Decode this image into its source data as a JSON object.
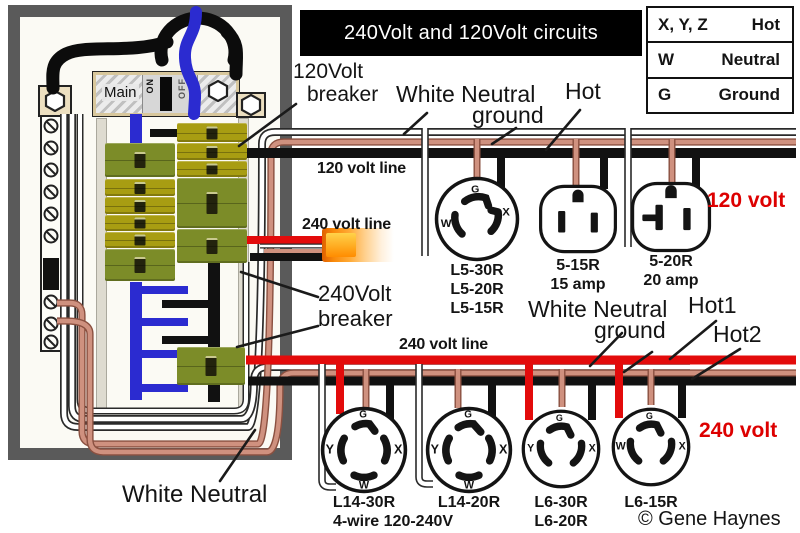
{
  "banner": {
    "title": "240Volt and 120Volt circuits"
  },
  "legend": {
    "rows": [
      {
        "symbol": "X, Y, Z",
        "meaning": "Hot"
      },
      {
        "symbol": "W",
        "meaning": "Neutral"
      },
      {
        "symbol": "G",
        "meaning": "Ground"
      }
    ]
  },
  "panel": {
    "main_label": "Main",
    "on_label": "ON",
    "off_label": "OFF"
  },
  "callouts": {
    "breaker_120_line1": "120Volt",
    "breaker_120_line2": "breaker",
    "neutral_1_line1": "White Neutral",
    "neutral_1_line2": "ground",
    "hot_1": "Hot",
    "line_120": "120 volt line",
    "line_240_stub": "240 volt line",
    "breaker_240_line1": "240Volt",
    "breaker_240_line2": "breaker",
    "neutral_2_line1": "White Neutral",
    "neutral_2_line2": "ground",
    "hot1": "Hot1",
    "hot2": "Hot2",
    "line_240": "240 volt line",
    "white_neutral_bottom": "White Neutral",
    "volt_120": "120 volt",
    "volt_240": "240 volt",
    "copyright": "© Gene Haynes"
  },
  "receptacles": {
    "l5": {
      "terminals": {
        "top": "G",
        "left": "W",
        "right": "X"
      },
      "captions": [
        "L5-30R",
        "L5-20R",
        "L5-15R"
      ]
    },
    "r515": {
      "captions": [
        "5-15R",
        "15 amp"
      ]
    },
    "r520": {
      "captions": [
        "5-20R",
        "20 amp"
      ]
    },
    "l14_30": {
      "terminals": {
        "top": "G",
        "left": "Y",
        "right": "X",
        "bottom": "W"
      },
      "captions": [
        "L14-30R",
        "4-wire 120-240V"
      ]
    },
    "l14_20": {
      "terminals": {
        "top": "G",
        "left": "Y",
        "right": "X",
        "bottom": "W"
      },
      "captions": [
        "L14-20R"
      ]
    },
    "l6_30": {
      "terminals": {
        "top": "G",
        "left": "Y",
        "right": "X"
      },
      "captions": [
        "L6-30R",
        "L6-20R"
      ]
    },
    "l6_15": {
      "terminals": {
        "top": "G",
        "left": "W",
        "right": "X"
      },
      "captions": [
        "L6-15R"
      ]
    }
  },
  "colors": {
    "wire_red": "#e30b0b",
    "wire_black": "#111111",
    "wire_white": "#ffffff",
    "wire_copper": "#cf917f",
    "wire_blue": "#2b2bd0",
    "breaker_olive": "#a89d12",
    "breaker_green": "#7c8c28",
    "label_red": "#dd0000"
  }
}
